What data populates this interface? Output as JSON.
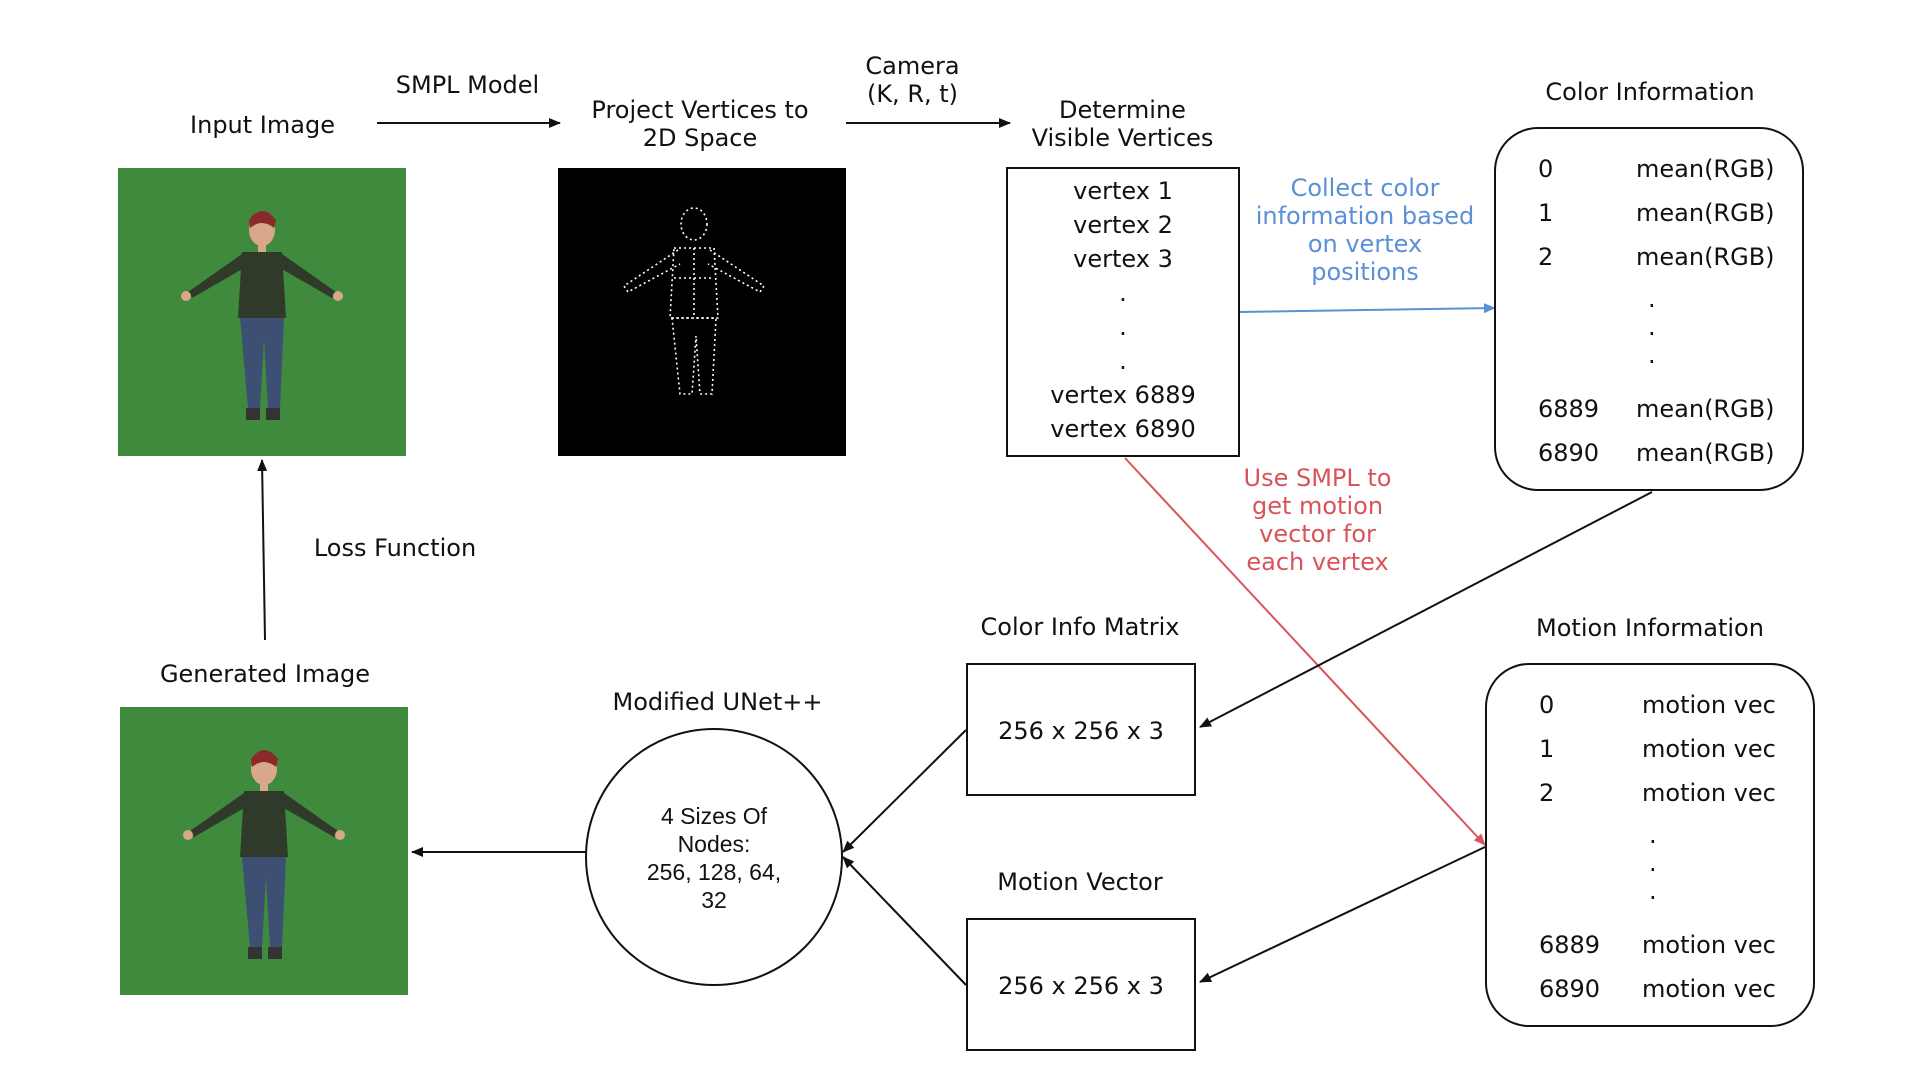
{
  "input_image": {
    "label": "Input Image"
  },
  "smpl_model": {
    "label": "SMPL Model"
  },
  "project_vertices": {
    "label_line1": "Project Vertices to",
    "label_line2": "2D Space"
  },
  "camera": {
    "label_line1": "Camera",
    "label_line2": "(K, R, t)"
  },
  "visible_vertices": {
    "label_line1": "Determine",
    "label_line2": "Visible Vertices",
    "rows": [
      "vertex 1",
      "vertex 2",
      "vertex 3",
      ".",
      ".",
      ".",
      "vertex 6889",
      "vertex 6890"
    ]
  },
  "collect_color": {
    "lines": [
      "Collect color",
      "information based",
      "on vertex",
      "positions"
    ],
    "color": "#5b8fd6"
  },
  "color_information": {
    "title": "Color Information",
    "rows": [
      {
        "idx": "0",
        "val": "mean(RGB)"
      },
      {
        "idx": "1",
        "val": "mean(RGB)"
      },
      {
        "idx": "2",
        "val": "mean(RGB)"
      },
      {
        "idx": "",
        "val": "."
      },
      {
        "idx": "",
        "val": "."
      },
      {
        "idx": "",
        "val": "."
      },
      {
        "idx": "6889",
        "val": "mean(RGB)"
      },
      {
        "idx": "6890",
        "val": "mean(RGB)"
      }
    ]
  },
  "use_smpl": {
    "lines": [
      "Use SMPL to",
      "get motion",
      "vector for",
      "each vertex"
    ],
    "color": "#d9545a"
  },
  "loss_function": {
    "label": "Loss Function"
  },
  "generated_image": {
    "label": "Generated Image"
  },
  "unet": {
    "title": "Modified UNet++",
    "lines": [
      "4 Sizes Of",
      "Nodes:",
      "256, 128, 64,",
      "32"
    ]
  },
  "color_info_matrix": {
    "title": "Color Info Matrix",
    "value": "256 x 256 x 3"
  },
  "motion_vector": {
    "title": "Motion Vector",
    "value": "256 x 256 x 3"
  },
  "motion_information": {
    "title": "Motion Information",
    "rows": [
      {
        "idx": "0",
        "val": "motion vec"
      },
      {
        "idx": "1",
        "val": "motion vec"
      },
      {
        "idx": "2",
        "val": "motion vec"
      },
      {
        "idx": "",
        "val": "."
      },
      {
        "idx": "",
        "val": "."
      },
      {
        "idx": "",
        "val": "."
      },
      {
        "idx": "6889",
        "val": "motion vec"
      },
      {
        "idx": "6890",
        "val": "motion vec"
      }
    ]
  },
  "colors": {
    "green_screen": "#3f8a3c",
    "arrow": "#111111",
    "blue_arrow": "#5b8fd6",
    "red_arrow": "#d9545a"
  }
}
